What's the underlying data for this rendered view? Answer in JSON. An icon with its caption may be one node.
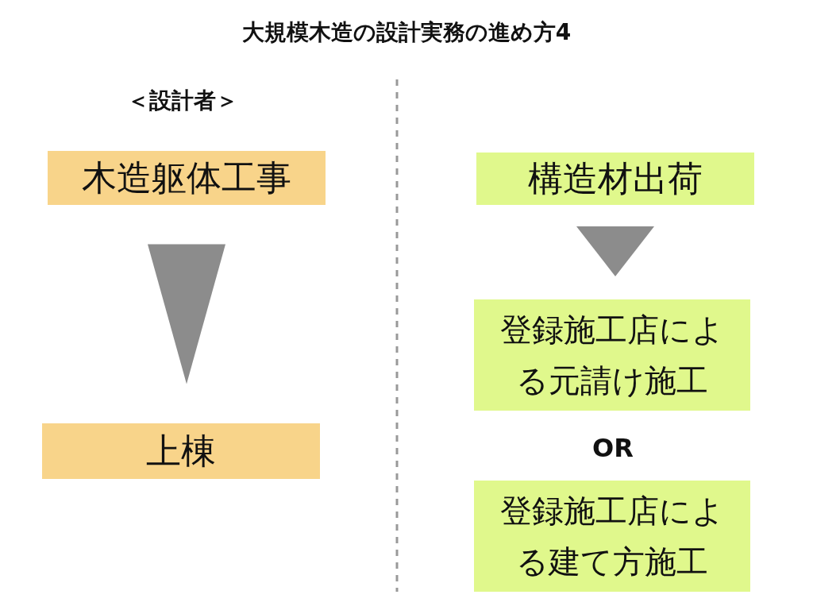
{
  "diagram": {
    "title": "大規模木造の設計実務の進め方4",
    "nodes": [
      {
        "text": [
          "木造躯体工事"
        ]
      },
      {
        "text": [
          "上棟"
        ]
      },
      {
        "text": [
          "構造材出荷"
        ]
      },
      {
        "text": [
          "登録施工店による元請け施工"
        ]
      },
      {
        "text": [
          "登録施工店による建て方施工"
        ]
      }
    ],
    "edges": [
      {
        "from": 0,
        "to": 1,
        "arrow": "to"
      },
      {
        "from": 2,
        "to": 3,
        "arrow": "to"
      }
    ],
    "labels": [
      "＜設計者＞",
      "OR"
    ]
  }
}
